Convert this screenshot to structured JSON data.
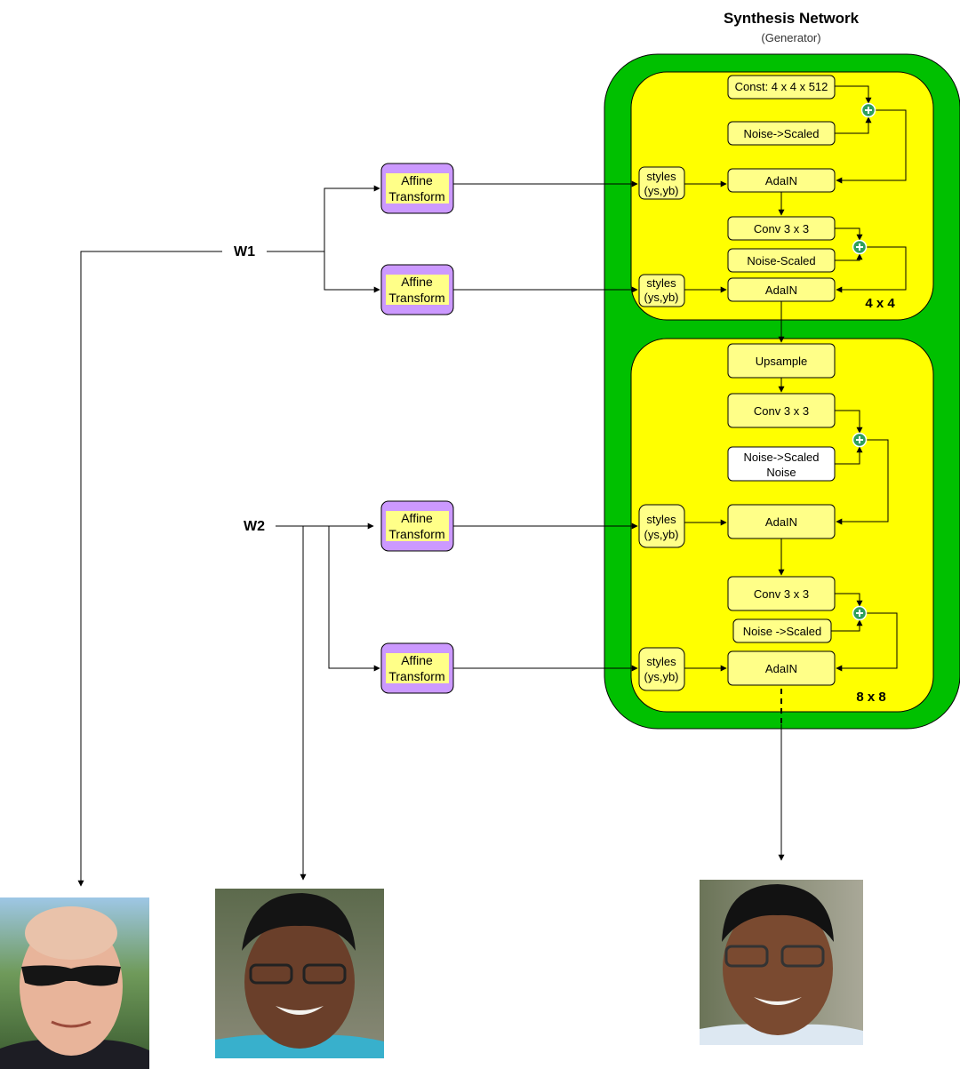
{
  "header": {
    "title": "Synthesis Network",
    "subtitle": "(Generator)"
  },
  "inputs": {
    "w1": "W1",
    "w2": "W2"
  },
  "affine": {
    "line1": "Affine",
    "line2": "Transform"
  },
  "styles": {
    "line1": "styles",
    "line2": "(ys,yb)"
  },
  "block4": {
    "label": "4 x 4",
    "const": "Const: 4 x 4 x 512",
    "noise1": "Noise->Scaled",
    "adain1": "AdaIN",
    "conv": "Conv 3 x 3",
    "noise2": "Noise-Scaled",
    "adain2": "AdaIN"
  },
  "block8": {
    "label": "8 x 8",
    "upsample": "Upsample",
    "conv1": "Conv 3 x 3",
    "noise1_line1": "Noise->Scaled",
    "noise1_line2": "Noise",
    "adain1": "AdaIN",
    "conv2": "Conv 3 x 3",
    "noise2": "Noise ->Scaled",
    "adain2": "AdaIN"
  },
  "colors": {
    "generator_green": "#00c000",
    "block_yellow": "#ffff00",
    "node_fill": "#ffff88",
    "affine_purple": "#cc99ff",
    "plus_green": "#2e9e5b"
  },
  "photos": [
    {
      "subject": "face-w1-output"
    },
    {
      "subject": "face-w2-output"
    },
    {
      "subject": "face-generator-output"
    }
  ]
}
